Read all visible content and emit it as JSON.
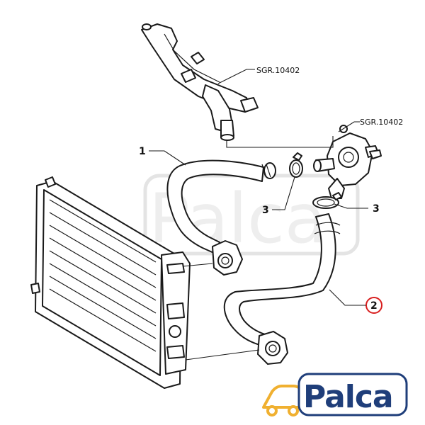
{
  "references": {
    "upper_pipe": "SGR.10402",
    "thermostat": "SGR.10402"
  },
  "callouts": {
    "c1": "1",
    "c2": "2",
    "c3a": "3",
    "c3b": "3"
  },
  "watermark": "Palca",
  "logo": {
    "text": "Palca",
    "color": "#1f3e7a",
    "accent": "#f0b030"
  },
  "colors": {
    "highlight_circle": "#d81e1e",
    "line": "#1a1a1a"
  }
}
